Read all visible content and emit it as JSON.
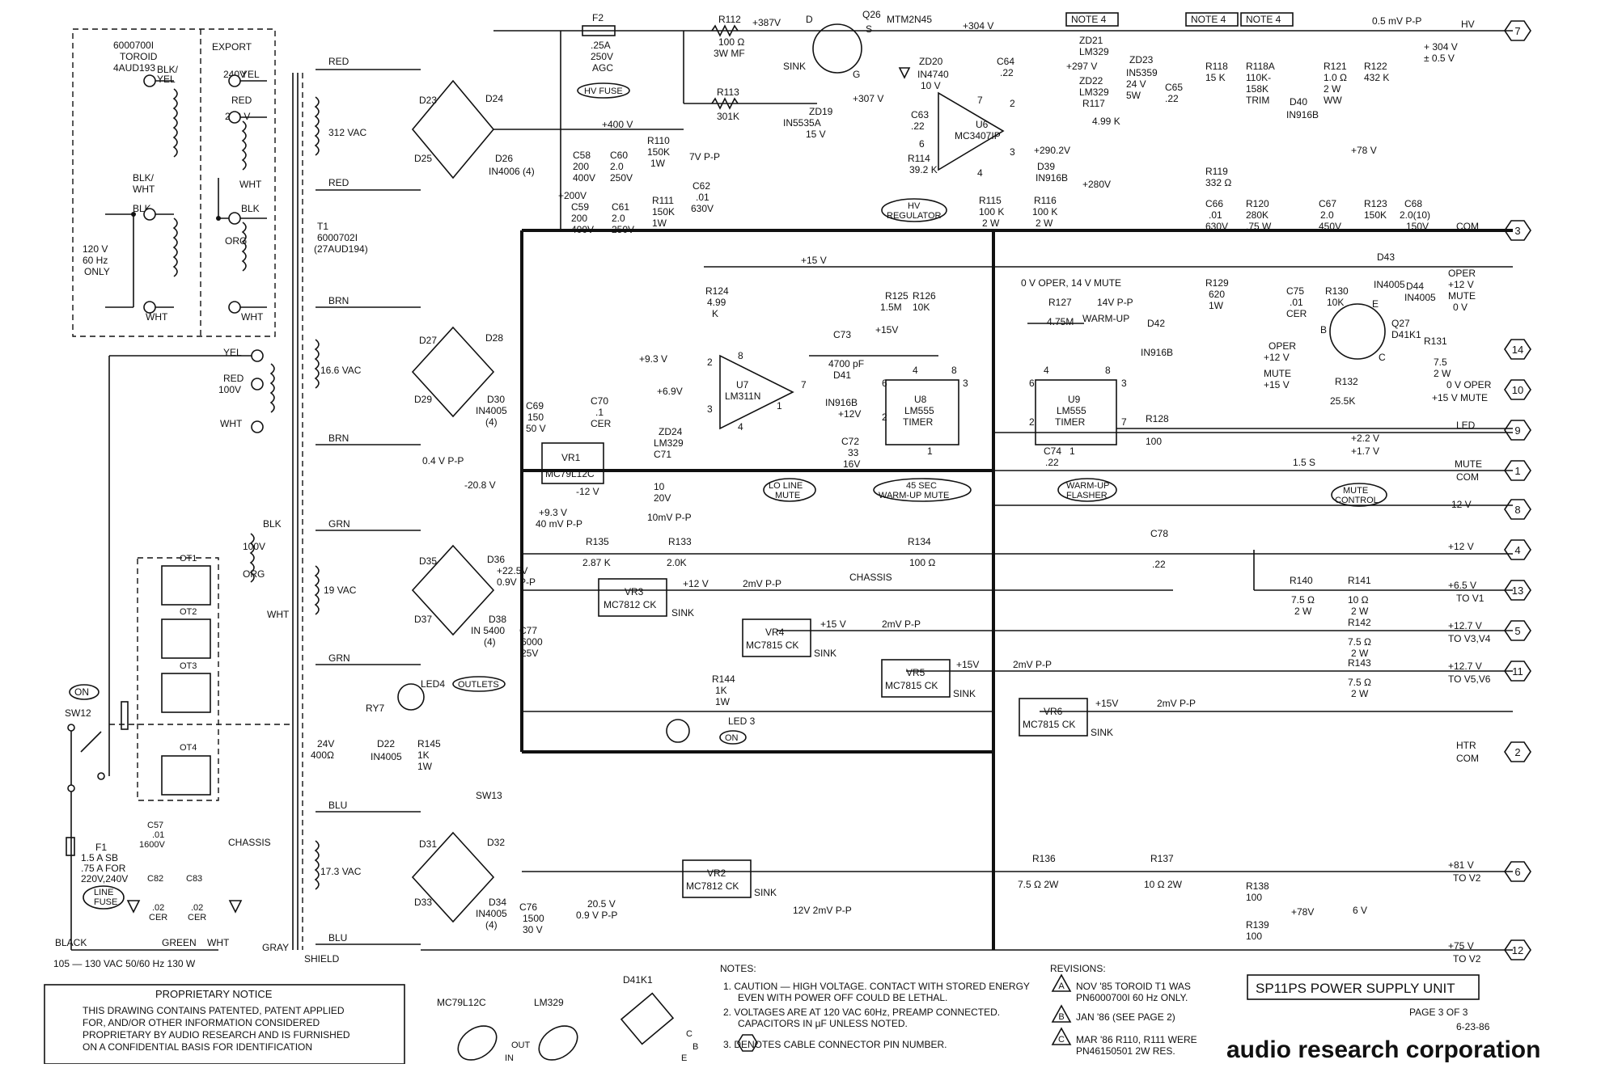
{
  "labels": {
    "hv_out": "HV",
    "hv_ripple": "0.5 mV P-P",
    "hv_dc": "+ 304 V",
    "hv_tol": "± 0.5 V",
    "com": "COM",
    "oper_top": "OPER",
    "oper_12": "+12 V",
    "mute_top": "MUTE",
    "mute_0": "0 V",
    "ov_oper": "0 V OPER",
    "plus15_mute": "+15 V MUTE",
    "led": "LED",
    "mute_com1": "MUTE",
    "mute_com2": "COM",
    "minus12": "-12 V",
    "plus12": "+12 V",
    "plus65": "+6.5 V",
    "to_v1": "TO V1",
    "plus127a": "+12.7 V",
    "to_v3v4": "TO V3,V4",
    "plus127b": "+12.7 V",
    "to_v5v6": "TO V5,V6",
    "htr": "HTR",
    "htr_com": "COM",
    "plus81": "+81 V",
    "to_v2a": "TO V2",
    "plus75": "+75 V",
    "to_v2b": "TO V2",
    "title": "SP11PS POWER SUPPLY UNIT",
    "page": "PAGE 3 OF 3",
    "date": "6-23-86",
    "brand": "audio research corporation",
    "input_spec": "105 — 130 VAC 50/60 Hz 130 W",
    "export": "EXPORT",
    "toroid": "6000700I",
    "toroid2": "TOROID",
    "toroid3": "4AUD193",
    "v120": "120 V",
    "hz60": "60 Hz",
    "only": "ONLY",
    "t1": "T1",
    "t1pn": "6000702I",
    "t1pn2": "(27AUD194)",
    "black": "BLACK",
    "green": "GREEN",
    "white": "WHT",
    "gray": "GRAY",
    "shield": "SHIELD",
    "chassis": "CHASSIS",
    "chassis2": "CHASSIS",
    "line_fuse": "LINE",
    "line_fuse2": "FUSE",
    "hv_fuse": "HV FUSE",
    "hv_regulator": "HV",
    "hv_regulator2": "REGULATOR",
    "lo_line": "LO LINE",
    "lo_line2": "MUTE",
    "warmup45": "45 SEC",
    "warmup45b": "WARM-UP MUTE",
    "flasher": "WARM-UP",
    "flasher2": "FLASHER",
    "mute_ctrl": "MUTE",
    "mute_ctrl2": "CONTROL",
    "outlets": "OUTLETS",
    "on": "ON",
    "on2": "ON",
    "sw12": "SW12",
    "sw13": "SW13",
    "f1": "F1",
    "f1a": "1.5 A SB",
    "f1b": ".75 A FOR",
    "f1c": "220V,240V",
    "proprietary_title": "PROPRIETARY NOTICE",
    "proprietary_1": "THIS DRAWING CONTAINS PATENTED, PATENT APPLIED",
    "proprietary_2": "FOR, AND/OR OTHER INFORMATION CONSIDERED",
    "proprietary_3": "PROPRIETARY BY AUDIO RESEARCH AND IS FURNISHED",
    "proprietary_4": "ON A CONFIDENTIAL BASIS FOR IDENTIFICATION",
    "notes": "NOTES:",
    "note1a": "1. CAUTION — HIGH VOLTAGE. CONTACT WITH STORED ENERGY",
    "note1b": "EVEN WITH POWER OFF COULD BE LETHAL.",
    "note2a": "2. VOLTAGES ARE AT 120 VAC 60Hz, PREAMP CONNECTED.",
    "note2b": "CAPACITORS IN µF UNLESS NOTED.",
    "note3": "3.    DENOTES CABLE CONNECTOR PIN NUMBER.",
    "revisions": "REVISIONS:",
    "revA1": "NOV '85 TOROID T1 WAS",
    "revA2": "PN6000700I 60 Hz ONLY.",
    "revB": "JAN '86  (SEE PAGE 2)",
    "revC1": "MAR '86 R110, R111 WERE",
    "revC2": "PN46150501 2W RES.",
    "pkg1": "MC79L12C",
    "pkg2": "LM329",
    "pkg3": "D41K1",
    "note4": "NOTE 4"
  },
  "pins": [
    "7",
    "3",
    "14",
    "10",
    "9",
    "1",
    "8",
    "4",
    "13",
    "5",
    "11",
    "2",
    "6",
    "12"
  ],
  "rev_marks": [
    "A",
    "B",
    "C"
  ]
}
